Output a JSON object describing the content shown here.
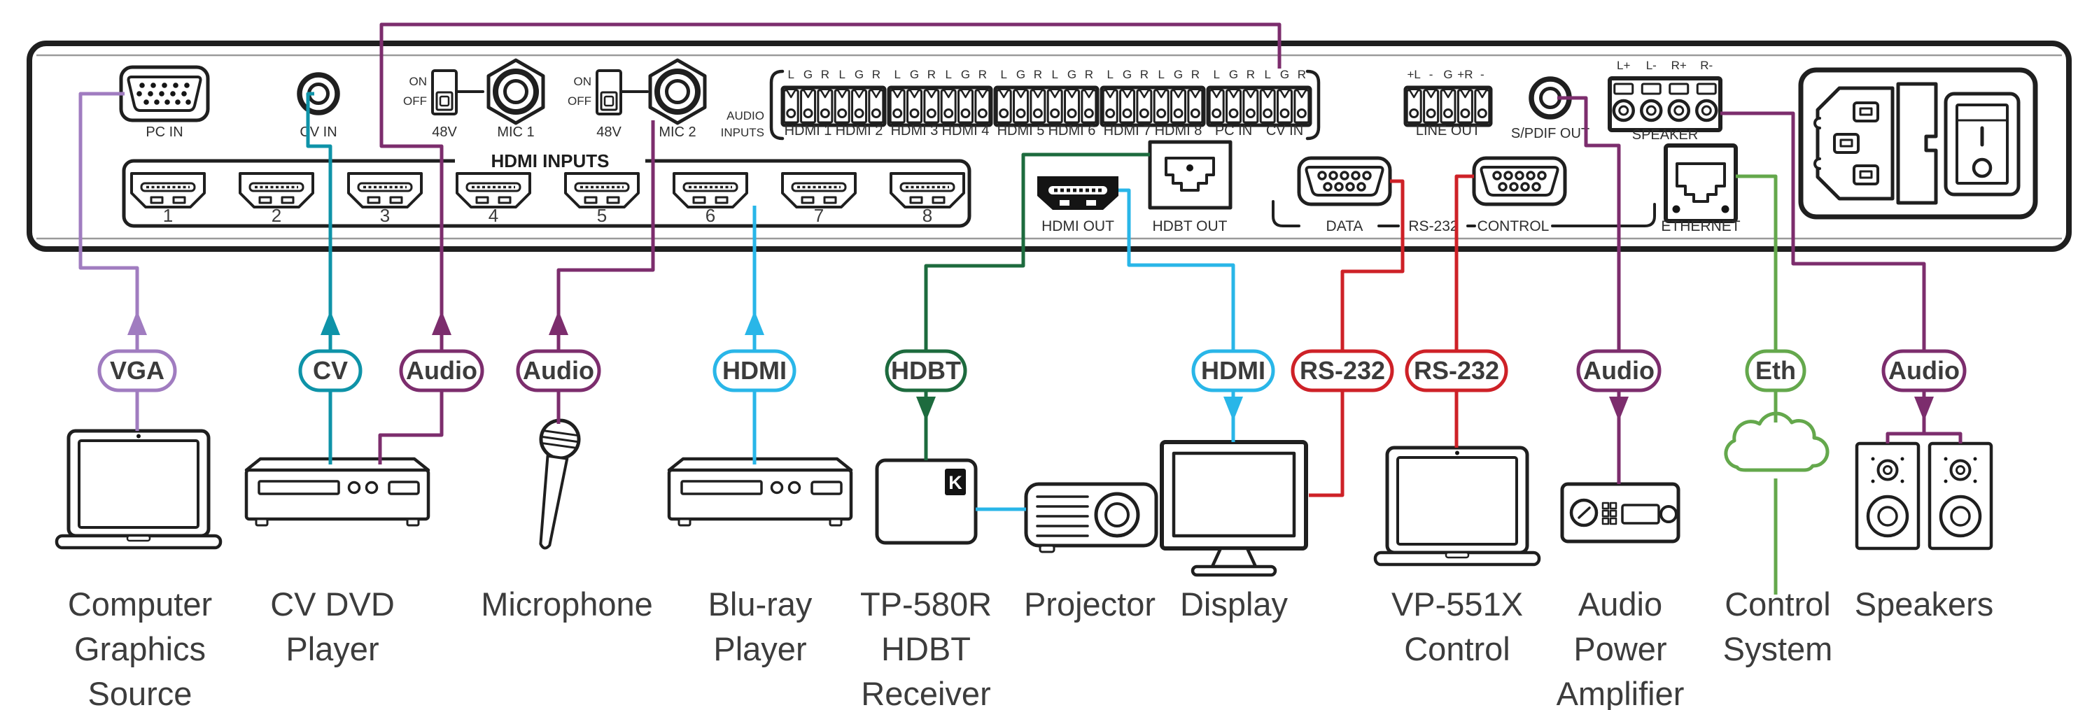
{
  "colors": {
    "vga": "#a07cc0",
    "cv": "#0e93a8",
    "audio": "#7c2d6d",
    "hdmi": "#29b6e8",
    "hdbt": "#1d6b3e",
    "rs232": "#ce2127",
    "eth": "#64a84c",
    "ink": "#1f1f1f"
  },
  "panel": {
    "pc_in": "PC IN",
    "cv_in": "CV IN",
    "switch": {
      "on": "ON",
      "off": "OFF",
      "label": "48V"
    },
    "mic1": "MIC 1",
    "mic2": "MIC 2",
    "audio_inputs": [
      "AUDIO",
      "INPUTS"
    ],
    "audio_input_blocks": [
      {
        "terminals": [
          "L",
          "G",
          "R",
          "L",
          "G",
          "R"
        ],
        "labels": [
          "HDMI 1",
          "HDMI 2"
        ]
      },
      {
        "terminals": [
          "L",
          "G",
          "R",
          "L",
          "G",
          "R"
        ],
        "labels": [
          "HDMI 3",
          "HDMI 4"
        ]
      },
      {
        "terminals": [
          "L",
          "G",
          "R",
          "L",
          "G",
          "R"
        ],
        "labels": [
          "HDMI 5",
          "HDMI 6"
        ]
      },
      {
        "terminals": [
          "L",
          "G",
          "R",
          "L",
          "G",
          "R"
        ],
        "labels": [
          "HDMI 7",
          "HDMI 8"
        ]
      },
      {
        "terminals": [
          "L",
          "G",
          "R",
          "L",
          "G",
          "R"
        ],
        "labels": [
          "PC IN",
          "CV IN"
        ]
      }
    ],
    "line_out": {
      "terminals": [
        "+L",
        "-",
        "G",
        "+R",
        "-"
      ],
      "label": "LINE OUT"
    },
    "spdif_out": "S/PDIF OUT",
    "speaker": {
      "terminals": [
        "L+",
        "L-",
        "R+",
        "R-"
      ],
      "label": "SPEAKER"
    },
    "hdmi_inputs_title": "HDMI INPUTS",
    "hdmi_ports": [
      "1",
      "2",
      "3",
      "4",
      "5",
      "6",
      "7",
      "8"
    ],
    "hdmi_out": "HDMI OUT",
    "hdbt_out": "HDBT OUT",
    "data_port": "DATA",
    "rs232": "RS-232",
    "control": "CONTROL",
    "ethernet": "ETHERNET",
    "kramer_logo": "K"
  },
  "pills": [
    {
      "label": "VGA",
      "color": "vga"
    },
    {
      "label": "CV",
      "color": "cv"
    },
    {
      "label": "Audio",
      "color": "audio"
    },
    {
      "label": "Audio",
      "color": "audio"
    },
    {
      "label": "HDMI",
      "color": "hdmi"
    },
    {
      "label": "HDBT",
      "color": "hdbt"
    },
    {
      "label": "HDMI",
      "color": "hdmi"
    },
    {
      "label": "RS-232",
      "color": "rs232"
    },
    {
      "label": "RS-232",
      "color": "rs232"
    },
    {
      "label": "Audio",
      "color": "audio"
    },
    {
      "label": "Eth",
      "color": "eth"
    },
    {
      "label": "Audio",
      "color": "audio"
    }
  ],
  "devices": [
    {
      "lines": [
        "Computer",
        "Graphics",
        "Source"
      ]
    },
    {
      "lines": [
        "CV DVD",
        "Player"
      ]
    },
    {
      "lines": [
        "Microphone"
      ]
    },
    {
      "lines": [
        "Blu-ray",
        "Player"
      ]
    },
    {
      "lines": [
        "TP-580R",
        "HDBT",
        "Receiver"
      ]
    },
    {
      "lines": [
        "Projector"
      ]
    },
    {
      "lines": [
        "Display"
      ]
    },
    {
      "lines": [
        "VP-551X",
        "Control"
      ]
    },
    {
      "lines": [
        "Audio",
        "Power",
        "Amplifier"
      ]
    },
    {
      "lines": [
        "Control",
        "System"
      ]
    },
    {
      "lines": [
        "Speakers"
      ]
    }
  ]
}
